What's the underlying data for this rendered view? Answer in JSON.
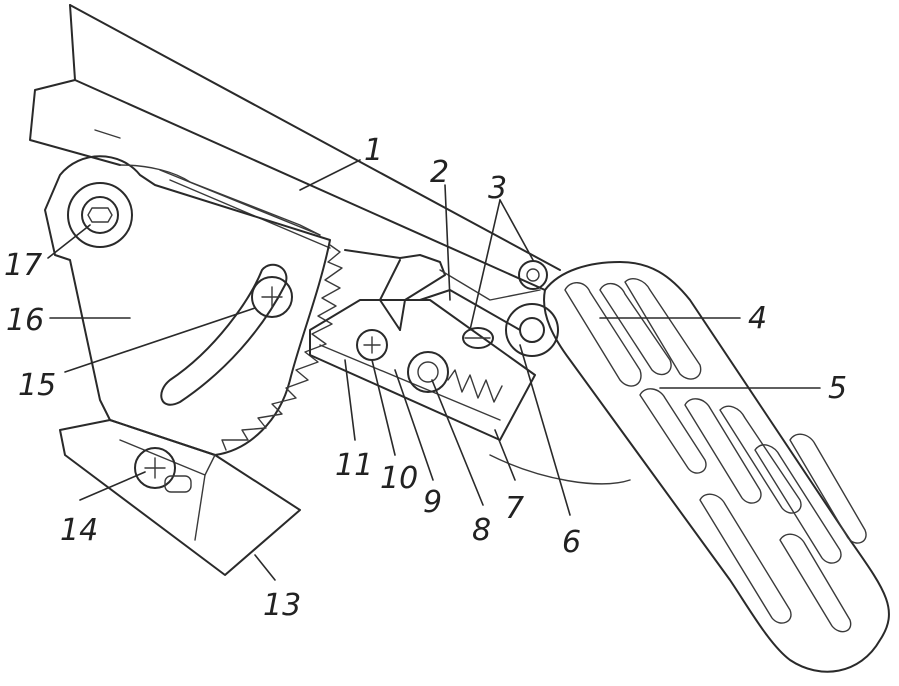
{
  "labels": {
    "l1": "1",
    "l2": "2",
    "l3": "3",
    "l4": "4",
    "l5": "5",
    "l6": "6",
    "l7": "7",
    "l8": "8",
    "l9": "9",
    "l10": "10",
    "l11": "11",
    "l13": "13",
    "l14": "14",
    "l15": "15",
    "l16": "16",
    "l17": "17"
  }
}
